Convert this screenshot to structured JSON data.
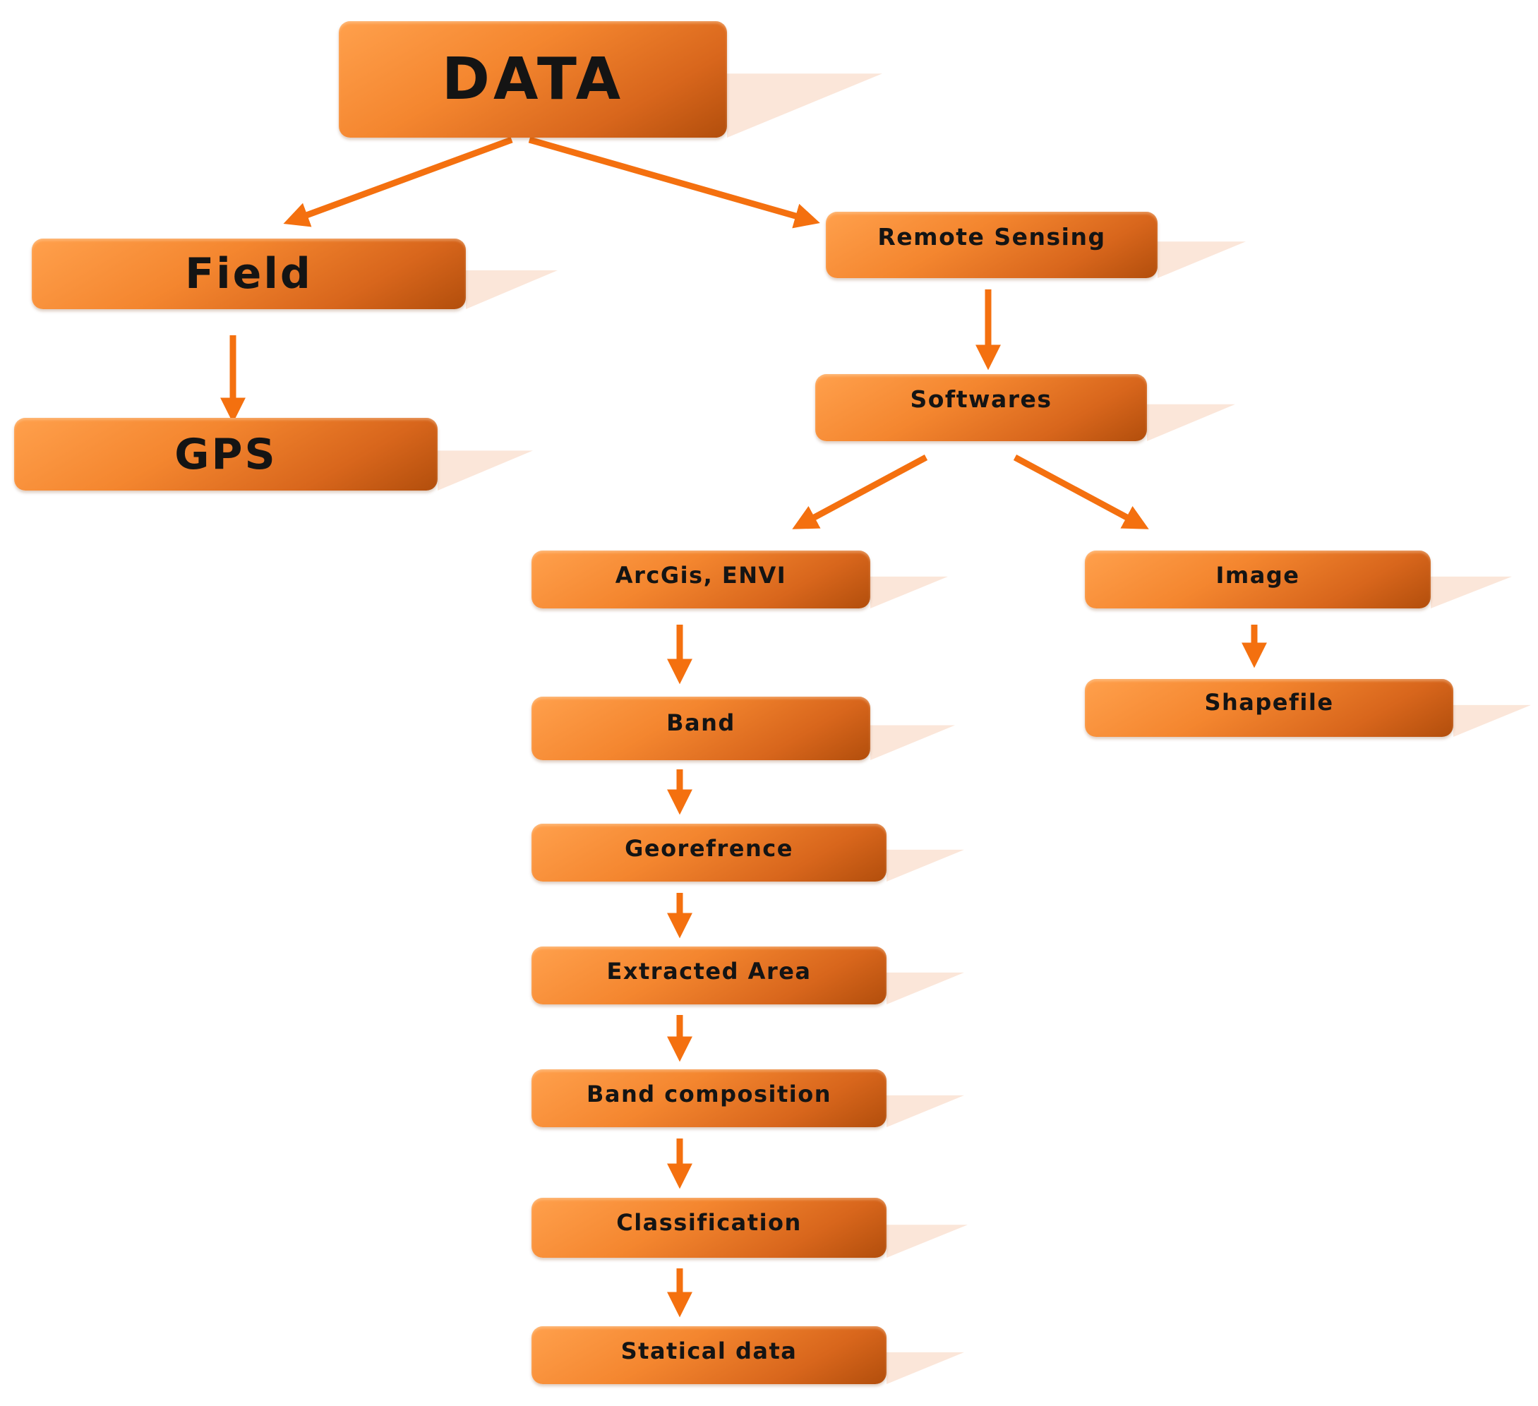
{
  "colors": {
    "arrow": "#f4700f",
    "box_top": "#ffa04c",
    "box_bottom": "#b24e0c",
    "text": "#141414",
    "shadow": "#fbe6d9"
  },
  "nodes": {
    "data": "DATA",
    "field": "Field",
    "gps": "GPS",
    "remote_sensing": "Remote Sensing",
    "softwares": "Softwares",
    "arcgis_envi": "ArcGis, ENVI",
    "band": "Band",
    "georefrence": "Georefrence",
    "extracted_area": "Extracted Area",
    "band_composition": "Band composition",
    "classification": "Classification",
    "statical_data": "Statical data",
    "image": "Image",
    "shapefile": "Shapefile"
  },
  "edges": [
    {
      "from": "data",
      "to": "field"
    },
    {
      "from": "data",
      "to": "remote_sensing"
    },
    {
      "from": "field",
      "to": "gps"
    },
    {
      "from": "remote_sensing",
      "to": "softwares"
    },
    {
      "from": "softwares",
      "to": "arcgis_envi"
    },
    {
      "from": "softwares",
      "to": "image"
    },
    {
      "from": "arcgis_envi",
      "to": "band"
    },
    {
      "from": "band",
      "to": "georefrence"
    },
    {
      "from": "georefrence",
      "to": "extracted_area"
    },
    {
      "from": "extracted_area",
      "to": "band_composition"
    },
    {
      "from": "band_composition",
      "to": "classification"
    },
    {
      "from": "classification",
      "to": "statical_data"
    },
    {
      "from": "image",
      "to": "shapefile"
    }
  ]
}
